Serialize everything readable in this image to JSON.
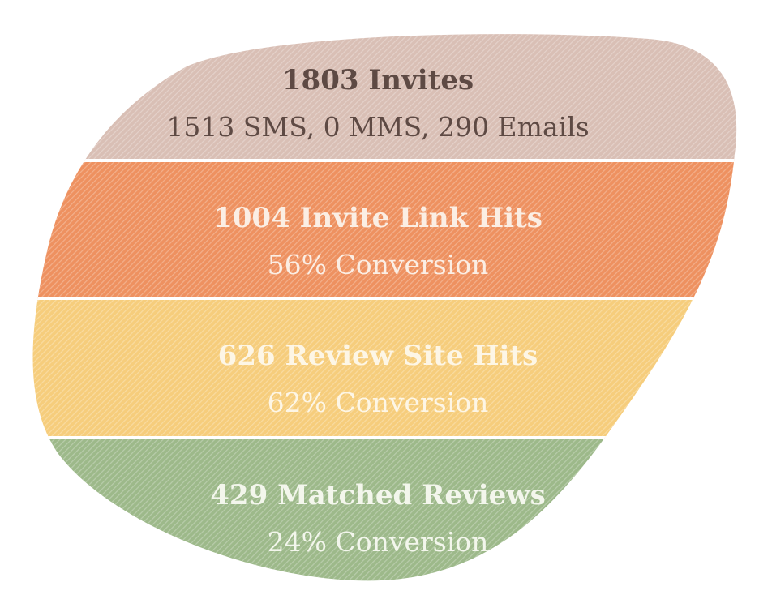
{
  "chart_data": {
    "type": "funnel",
    "stages": [
      {
        "title": "1803 Invites",
        "subtitle": "1513 SMS, 0 MMS, 290 Emails",
        "value": 1803,
        "color": "#d9bfb5",
        "text_color": "#5e4a44"
      },
      {
        "title": "1004 Invite Link Hits",
        "subtitle": "56% Conversion",
        "value": 1004,
        "conversion_percent": 56,
        "color": "#ee9160",
        "text_color": "#fbeee4"
      },
      {
        "title": "626 Review Site Hits",
        "subtitle": "62% Conversion",
        "value": 626,
        "conversion_percent": 62,
        "color": "#f6cd7c",
        "text_color": "#fdf6e6"
      },
      {
        "title": "429 Matched Reviews",
        "subtitle": "24% Conversion",
        "value": 429,
        "conversion_percent": 24,
        "color": "#9db98a",
        "text_color": "#f3f6ec"
      }
    ]
  }
}
